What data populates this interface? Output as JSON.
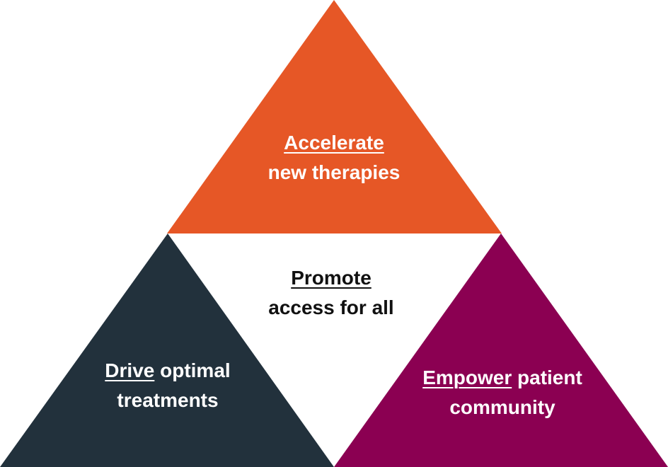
{
  "diagram": {
    "colors": {
      "top": "#E65726",
      "left": "#22313C",
      "right": "#8B0052",
      "background": "#FFFFFF"
    },
    "top": {
      "emphasis": "Accelerate",
      "rest": "",
      "line2": "new therapies"
    },
    "center": {
      "emphasis": "Promote",
      "rest": "",
      "line2": "access for all"
    },
    "left": {
      "emphasis": "Drive",
      "rest": " optimal",
      "line2": "treatments"
    },
    "right": {
      "emphasis": "Empower",
      "rest": " patient",
      "line2": "community"
    }
  }
}
